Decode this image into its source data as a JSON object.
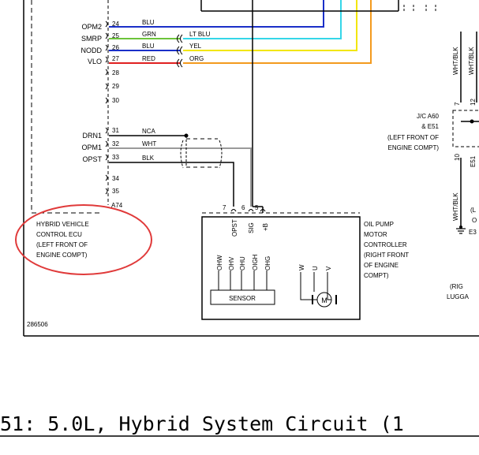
{
  "ecu": {
    "pins": [
      {
        "signal": "OPM2",
        "num": "24",
        "color_label": "BLU"
      },
      {
        "signal": "SMRP",
        "num": "25",
        "color_label": "GRN"
      },
      {
        "signal": "NODD",
        "num": "26",
        "color_label": "BLU"
      },
      {
        "signal": "VLO",
        "num": "27",
        "color_label": "RED"
      },
      {
        "signal": "",
        "num": "28",
        "color_label": ""
      },
      {
        "signal": "",
        "num": "29",
        "color_label": ""
      },
      {
        "signal": "",
        "num": "30",
        "color_label": ""
      },
      {
        "signal": "DRN1",
        "num": "31",
        "color_label": "NCA"
      },
      {
        "signal": "OPM1",
        "num": "32",
        "color_label": "WHT"
      },
      {
        "signal": "OPST",
        "num": "33",
        "color_label": "BLK"
      },
      {
        "signal": "",
        "num": "34",
        "color_label": ""
      },
      {
        "signal": "",
        "num": "35",
        "color_label": ""
      }
    ],
    "connector": "A74",
    "name_lines": [
      "HYBRID VEHICLE",
      "CONTROL ECU",
      "(LEFT FRONT OF",
      "ENGINE COMPT)"
    ]
  },
  "wire_labels_right": [
    "LT BLU",
    "YEL",
    "ORG"
  ],
  "wire_colors": {
    "blue": "#1a2fc8",
    "green": "#6cc43a",
    "red": "#e02020",
    "cyan": "#35d6e8",
    "yellow": "#f2e600",
    "orange": "#f39a1e",
    "gray": "#9a9a9a",
    "black": "#000000",
    "highlight_circle": "#e03a3a"
  },
  "junction": {
    "lines": [
      "J/C A60",
      "& E51",
      "(LEFT FRONT OF",
      "ENGINE COMPT)"
    ],
    "pin_top": "7",
    "pin_right": "12",
    "pin_bottom": "10",
    "conn_label": "E51",
    "wire_label_1": "WHT/BLK",
    "wire_label_2": "WHT/BLK",
    "wire_label_3": "WHT/BLK",
    "clip_texts": [
      "(L",
      "O",
      "E3"
    ]
  },
  "pump": {
    "pins": [
      {
        "num": "7",
        "name": "OPST"
      },
      {
        "num": "6",
        "name": "SIG"
      },
      {
        "num": "5",
        "name": "+B"
      }
    ],
    "sensor_pins": [
      "OHW",
      "OHV",
      "OHU",
      "OIGH",
      "OHG"
    ],
    "motor_pins": [
      "W",
      "U",
      "V"
    ],
    "sensor_label": "SENSOR",
    "motor_symbol": "M",
    "name_lines": [
      "OIL PUMP",
      "MOTOR",
      "CONTROLLER",
      "(RIGHT FRONT",
      "OF ENGINE",
      "COMPT)"
    ]
  },
  "right_clip_lines": [
    "(RIG",
    "LUGGA"
  ],
  "figure_id": "286506",
  "caption": "51: 5.0L, Hybrid System Circuit (1"
}
